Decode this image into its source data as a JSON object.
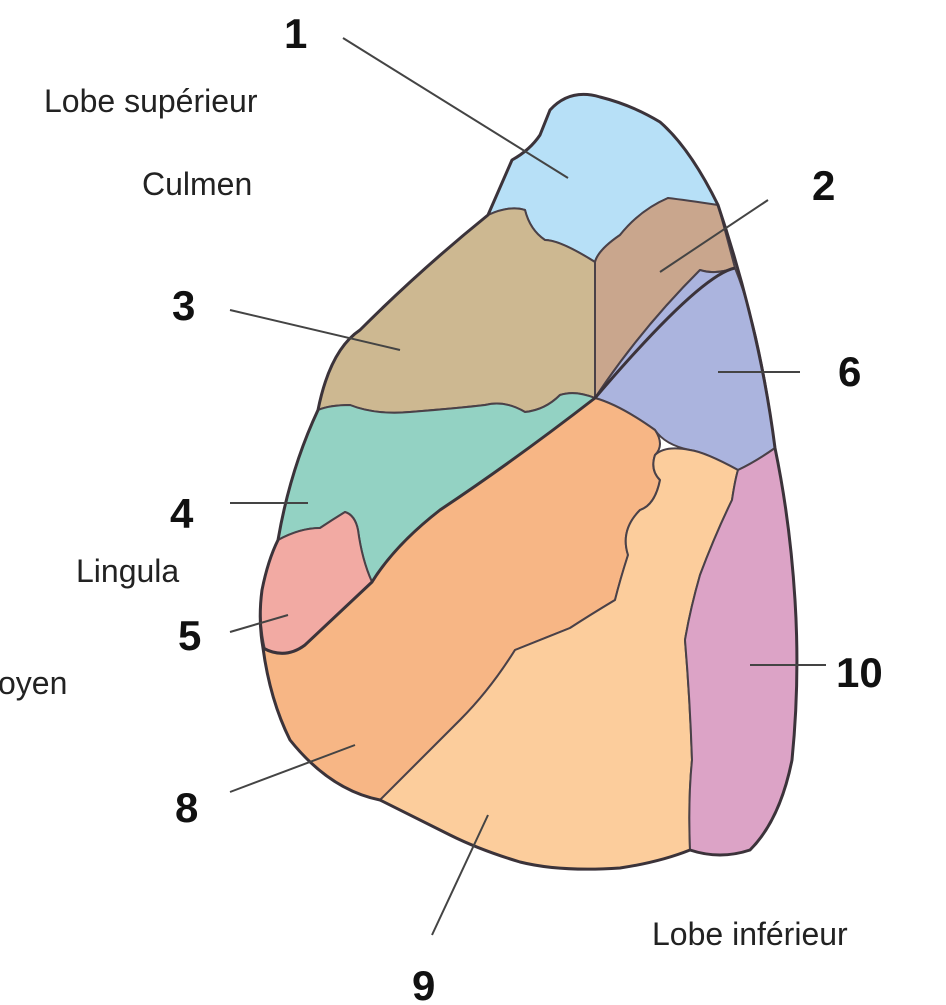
{
  "colors": {
    "seg1": "#b7e0f7",
    "seg2": "#c9a68d",
    "seg3": "#cdb891",
    "seg4": "#93d2c3",
    "seg5": "#f2aaa3",
    "seg6": "#abb4de",
    "seg8": "#f7b685",
    "seg9": "#fccd9c",
    "seg10": "#dca3c6"
  },
  "labels": {
    "lobe_superieur": "Lobe supérieur",
    "culmen": "Culmen",
    "lingula": "Lingula",
    "lobe_moyen_partial": "oyen",
    "lobe_inferieur": "Lobe inférieur"
  },
  "segments": {
    "s1": "1",
    "s2": "2",
    "s3": "3",
    "s4": "4",
    "s5": "5",
    "s6": "6",
    "s8": "8",
    "s9": "9",
    "s10": "10"
  }
}
